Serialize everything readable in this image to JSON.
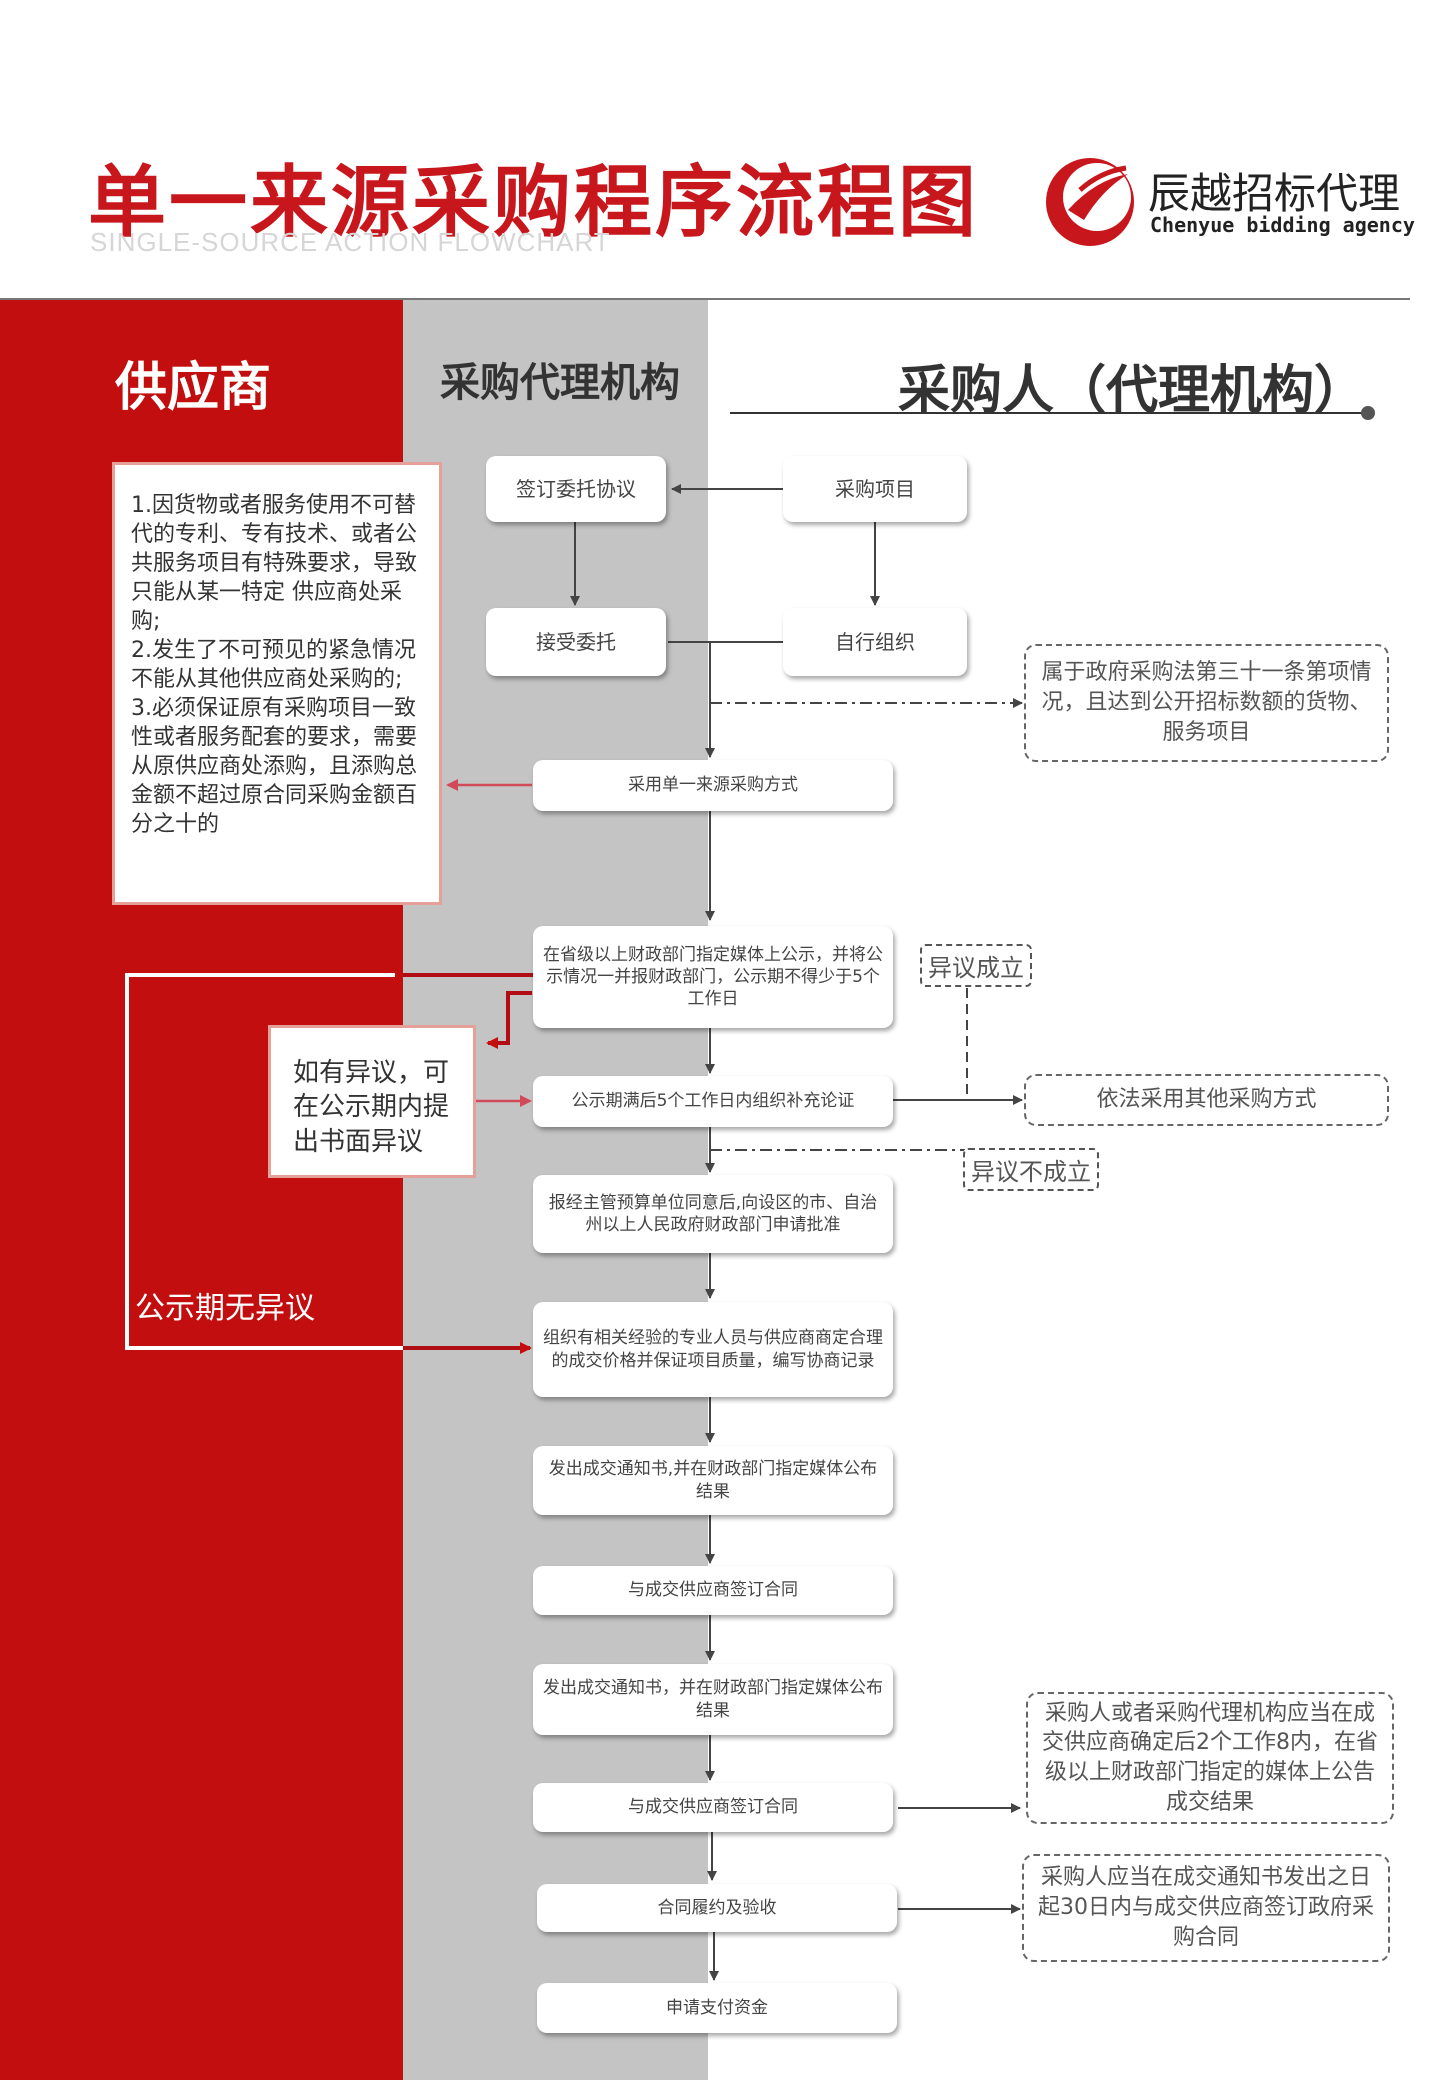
{
  "header": {
    "title": "单一来源采购程序流程图",
    "subtitle": "SINGLE-SOURCE ACTION FLOWCHART",
    "brand_cn": "辰越招标代理",
    "brand_en": "Chenyue bidding agency"
  },
  "lanes": {
    "supplier": "供应商",
    "agency": "采购代理机构",
    "buyer": "采购人（代理机构）"
  },
  "colors": {
    "primary_red": "#c20e0e",
    "agency_gray": "#c4c4c4",
    "title_red": "#c8161d"
  },
  "conditions_text": "1.因货物或者服务使用不可替代的专利、专有技术、或者公共服务项目有特殊要求，导致只能从某一特定 供应商处采购;\n2.发生了不可预见的紧急情况不能从其他供应商处采购的;\n3.必须保证原有采购项目一致性或者服务配套的要求，需要从原供应商处添购，且添购总金额不超过原合同采购金额百分之十的",
  "objection_text": "如有异议，可在公示期内提出书面异议",
  "no_objection_label": "公示期无异议",
  "steps": {
    "sign_agreement": "签订委托协议",
    "procurement_project": "采购项目",
    "accept_commission": "接受委托",
    "self_organize": "自行组织",
    "adopt_single_source": "采用单一来源采购方式",
    "publicize": "在省级以上财政部门指定媒体上公示，并将公示情况一并报财政部门，公示期不得少于5个工作日",
    "expert_review": "公示期满后5个工作日内组织补充论证",
    "report_approval": "报经主管预算单位同意后,向设区的市、自治州以上人民政府财政部门申请批准",
    "negotiate": "组织有相关经验的专业人员与供应商商定合理的成交价格并保证项目质量，编写协商记录",
    "issue_notice_1": "发出成交通知书,并在财政部门指定媒体公布结果",
    "sign_contract_1": "与成交供应商签订合同",
    "issue_notice_2": "发出成交通知书，并在财政部门指定媒体公布结果",
    "sign_contract_2": "与成交供应商签订合同",
    "acceptance": "合同履约及验收",
    "payment": "申请支付资金"
  },
  "notes": {
    "gov_law_note": "属于政府采购法第三十一条第项情况，且达到公开招标数额的货物、服务项目",
    "other_methods": "依法采用其他采购方式",
    "announce_note": "采购人或者采购代理机构应当在成交供应商确定后2个工作8内，在省级以上财政部门指定的媒体上公告成交结果",
    "contract_note": "采购人应当在成交通知书发出之日起30日内与成交供应商签订政府采购合同"
  },
  "tags": {
    "objection_valid": "异议成立",
    "objection_invalid": "异议不成立"
  }
}
